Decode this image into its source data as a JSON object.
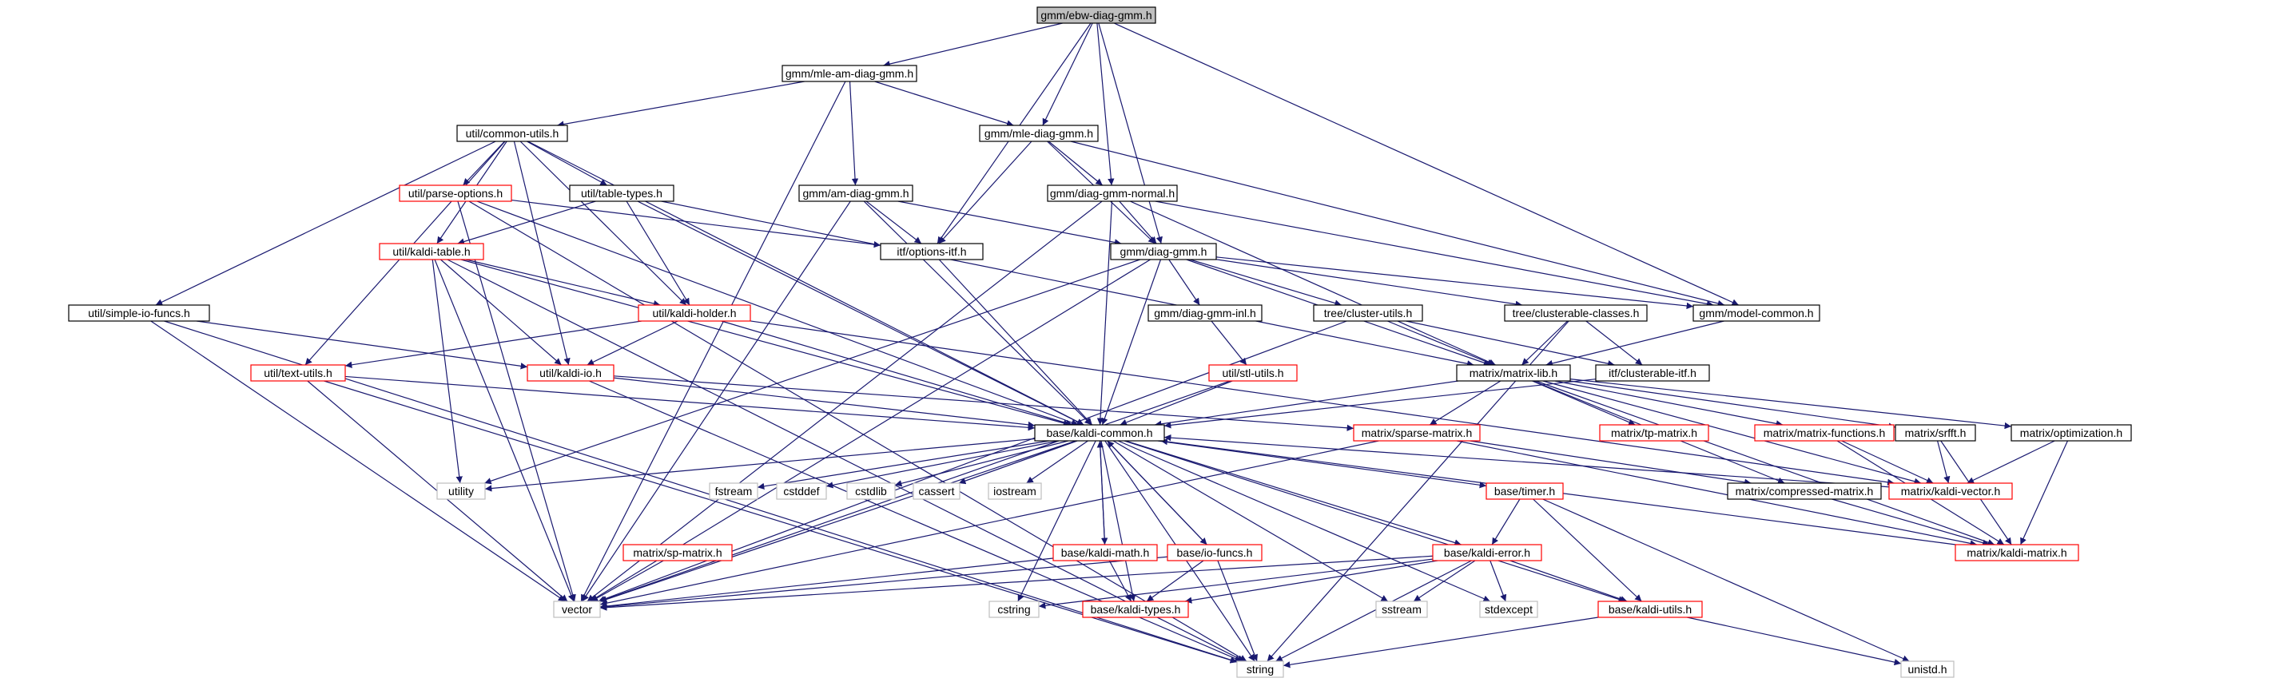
{
  "nodes": [
    {
      "id": "ebw",
      "label": "gmm/ebw-diag-gmm.h",
      "style": "root"
    },
    {
      "id": "mleam",
      "label": "gmm/mle-am-diag-gmm.h",
      "style": "normal"
    },
    {
      "id": "common_utils",
      "label": "util/common-utils.h",
      "style": "normal"
    },
    {
      "id": "mlediag",
      "label": "gmm/mle-diag-gmm.h",
      "style": "normal"
    },
    {
      "id": "parse_options",
      "label": "util/parse-options.h",
      "style": "red"
    },
    {
      "id": "table_types",
      "label": "util/table-types.h",
      "style": "normal"
    },
    {
      "id": "amdiag",
      "label": "gmm/am-diag-gmm.h",
      "style": "normal"
    },
    {
      "id": "diagnormal",
      "label": "gmm/diag-gmm-normal.h",
      "style": "normal"
    },
    {
      "id": "kaldi_table",
      "label": "util/kaldi-table.h",
      "style": "red"
    },
    {
      "id": "options_itf",
      "label": "itf/options-itf.h",
      "style": "normal"
    },
    {
      "id": "diaggmm",
      "label": "gmm/diag-gmm.h",
      "style": "normal"
    },
    {
      "id": "simple_io",
      "label": "util/simple-io-funcs.h",
      "style": "normal"
    },
    {
      "id": "kaldi_holder",
      "label": "util/kaldi-holder.h",
      "style": "red"
    },
    {
      "id": "diaggmm_inl",
      "label": "gmm/diag-gmm-inl.h",
      "style": "normal"
    },
    {
      "id": "cluster_utils",
      "label": "tree/cluster-utils.h",
      "style": "normal"
    },
    {
      "id": "clusterable_classes",
      "label": "tree/clusterable-classes.h",
      "style": "normal"
    },
    {
      "id": "model_common",
      "label": "gmm/model-common.h",
      "style": "normal"
    },
    {
      "id": "text_utils",
      "label": "util/text-utils.h",
      "style": "red"
    },
    {
      "id": "kaldi_io",
      "label": "util/kaldi-io.h",
      "style": "red"
    },
    {
      "id": "stl_utils",
      "label": "util/stl-utils.h",
      "style": "red"
    },
    {
      "id": "matrix_lib",
      "label": "matrix/matrix-lib.h",
      "style": "normal"
    },
    {
      "id": "clusterable_itf",
      "label": "itf/clusterable-itf.h",
      "style": "normal"
    },
    {
      "id": "sparse_matrix",
      "label": "matrix/sparse-matrix.h",
      "style": "red"
    },
    {
      "id": "tp_matrix",
      "label": "matrix/tp-matrix.h",
      "style": "red"
    },
    {
      "id": "matrix_functions",
      "label": "matrix/matrix-functions.h",
      "style": "red"
    },
    {
      "id": "srfft",
      "label": "matrix/srfft.h",
      "style": "normal"
    },
    {
      "id": "optimization",
      "label": "matrix/optimization.h",
      "style": "normal"
    },
    {
      "id": "kaldi_common",
      "label": "base/kaldi-common.h",
      "style": "normal"
    },
    {
      "id": "utility",
      "label": "utility",
      "style": "gray"
    },
    {
      "id": "fstream",
      "label": "fstream",
      "style": "gray"
    },
    {
      "id": "cstddef",
      "label": "cstddef",
      "style": "gray"
    },
    {
      "id": "cstdlib",
      "label": "cstdlib",
      "style": "gray"
    },
    {
      "id": "cassert",
      "label": "cassert",
      "style": "gray"
    },
    {
      "id": "iostream",
      "label": "iostream",
      "style": "gray"
    },
    {
      "id": "timer",
      "label": "base/timer.h",
      "style": "red"
    },
    {
      "id": "compressed_matrix",
      "label": "matrix/compressed-matrix.h",
      "style": "normal"
    },
    {
      "id": "kaldi_vector",
      "label": "matrix/kaldi-vector.h",
      "style": "red"
    },
    {
      "id": "sp_matrix",
      "label": "matrix/sp-matrix.h",
      "style": "red"
    },
    {
      "id": "kaldi_math",
      "label": "base/kaldi-math.h",
      "style": "red"
    },
    {
      "id": "io_funcs",
      "label": "base/io-funcs.h",
      "style": "red"
    },
    {
      "id": "kaldi_error",
      "label": "base/kaldi-error.h",
      "style": "red"
    },
    {
      "id": "kaldi_matrix",
      "label": "matrix/kaldi-matrix.h",
      "style": "red"
    },
    {
      "id": "vector",
      "label": "vector",
      "style": "gray"
    },
    {
      "id": "cstring",
      "label": "cstring",
      "style": "gray"
    },
    {
      "id": "kaldi_types",
      "label": "base/kaldi-types.h",
      "style": "red"
    },
    {
      "id": "sstream",
      "label": "sstream",
      "style": "gray"
    },
    {
      "id": "stdexcept",
      "label": "stdexcept",
      "style": "gray"
    },
    {
      "id": "kaldi_utils",
      "label": "base/kaldi-utils.h",
      "style": "red"
    },
    {
      "id": "string",
      "label": "string",
      "style": "gray"
    },
    {
      "id": "unistd",
      "label": "unistd.h",
      "style": "gray"
    }
  ],
  "edges": [
    [
      "ebw",
      "mleam"
    ],
    [
      "ebw",
      "options_itf"
    ],
    [
      "ebw",
      "mlediag"
    ],
    [
      "ebw",
      "diagnormal"
    ],
    [
      "ebw",
      "diaggmm"
    ],
    [
      "ebw",
      "model_common"
    ],
    [
      "mleam",
      "common_utils"
    ],
    [
      "mleam",
      "mlediag"
    ],
    [
      "mleam",
      "amdiag"
    ],
    [
      "mleam",
      "vector"
    ],
    [
      "common_utils",
      "parse_options"
    ],
    [
      "common_utils",
      "table_types"
    ],
    [
      "common_utils",
      "kaldi_table"
    ],
    [
      "common_utils",
      "kaldi_holder"
    ],
    [
      "common_utils",
      "simple_io"
    ],
    [
      "common_utils",
      "text_utils"
    ],
    [
      "common_utils",
      "kaldi_io"
    ],
    [
      "common_utils",
      "kaldi_common"
    ],
    [
      "parse_options",
      "options_itf"
    ],
    [
      "parse_options",
      "kaldi_common"
    ],
    [
      "parse_options",
      "string"
    ],
    [
      "parse_options",
      "vector"
    ],
    [
      "table_types",
      "kaldi_table"
    ],
    [
      "table_types",
      "kaldi_holder"
    ],
    [
      "table_types",
      "matrix_lib"
    ],
    [
      "table_types",
      "kaldi_common"
    ],
    [
      "kaldi_table",
      "kaldi_holder"
    ],
    [
      "kaldi_table",
      "kaldi_io"
    ],
    [
      "kaldi_table",
      "kaldi_common"
    ],
    [
      "kaldi_table",
      "vector"
    ],
    [
      "kaldi_table",
      "string"
    ],
    [
      "kaldi_table",
      "utility"
    ],
    [
      "kaldi_holder",
      "text_utils"
    ],
    [
      "kaldi_holder",
      "kaldi_io"
    ],
    [
      "kaldi_holder",
      "kaldi_common"
    ],
    [
      "kaldi_holder",
      "kaldi_vector"
    ],
    [
      "simple_io",
      "kaldi_io"
    ],
    [
      "simple_io",
      "vector"
    ],
    [
      "simple_io",
      "string"
    ],
    [
      "text_utils",
      "kaldi_common"
    ],
    [
      "text_utils",
      "vector"
    ],
    [
      "text_utils",
      "string"
    ],
    [
      "kaldi_io",
      "kaldi_common"
    ],
    [
      "kaldi_io",
      "string"
    ],
    [
      "kaldi_io",
      "sparse_matrix"
    ],
    [
      "mlediag",
      "diaggmm"
    ],
    [
      "mlediag",
      "diagnormal"
    ],
    [
      "mlediag",
      "options_itf"
    ],
    [
      "mlediag",
      "model_common"
    ],
    [
      "amdiag",
      "diaggmm"
    ],
    [
      "amdiag",
      "options_itf"
    ],
    [
      "amdiag",
      "kaldi_common"
    ],
    [
      "amdiag",
      "vector"
    ],
    [
      "diagnormal",
      "diaggmm"
    ],
    [
      "diagnormal",
      "model_common"
    ],
    [
      "diagnormal",
      "matrix_lib"
    ],
    [
      "diagnormal",
      "kaldi_common"
    ],
    [
      "diagnormal",
      "vector"
    ],
    [
      "options_itf",
      "kaldi_common"
    ],
    [
      "diaggmm",
      "diaggmm_inl"
    ],
    [
      "diaggmm",
      "cluster_utils"
    ],
    [
      "diaggmm",
      "clusterable_classes"
    ],
    [
      "diaggmm",
      "model_common"
    ],
    [
      "diaggmm",
      "matrix_lib"
    ],
    [
      "diaggmm",
      "kaldi_common"
    ],
    [
      "diaggmm",
      "vector"
    ],
    [
      "diaggmm",
      "utility"
    ],
    [
      "diaggmm_inl",
      "stl_utils"
    ],
    [
      "cluster_utils",
      "matrix_lib"
    ],
    [
      "cluster_utils",
      "clusterable_itf"
    ],
    [
      "cluster_utils",
      "vector"
    ],
    [
      "clusterable_classes",
      "matrix_lib"
    ],
    [
      "clusterable_classes",
      "clusterable_itf"
    ],
    [
      "clusterable_classes",
      "string"
    ],
    [
      "model_common",
      "matrix_lib"
    ],
    [
      "stl_utils",
      "kaldi_common"
    ],
    [
      "stl_utils",
      "vector"
    ],
    [
      "clusterable_itf",
      "kaldi_common"
    ],
    [
      "matrix_lib",
      "kaldi_common"
    ],
    [
      "matrix_lib",
      "sparse_matrix"
    ],
    [
      "matrix_lib",
      "tp_matrix"
    ],
    [
      "matrix_lib",
      "matrix_functions"
    ],
    [
      "matrix_lib",
      "srfft"
    ],
    [
      "matrix_lib",
      "optimization"
    ],
    [
      "matrix_lib",
      "compressed_matrix"
    ],
    [
      "matrix_lib",
      "kaldi_vector"
    ],
    [
      "matrix_lib",
      "kaldi_matrix"
    ],
    [
      "sparse_matrix",
      "compressed_matrix"
    ],
    [
      "sparse_matrix",
      "kaldi_matrix"
    ],
    [
      "sparse_matrix",
      "vector"
    ],
    [
      "matrix_functions",
      "kaldi_vector"
    ],
    [
      "matrix_functions",
      "kaldi_matrix"
    ],
    [
      "srfft",
      "kaldi_vector"
    ],
    [
      "srfft",
      "kaldi_matrix"
    ],
    [
      "optimization",
      "kaldi_vector"
    ],
    [
      "optimization",
      "kaldi_matrix"
    ],
    [
      "compressed_matrix",
      "kaldi_matrix"
    ],
    [
      "kaldi_vector",
      "kaldi_common"
    ],
    [
      "kaldi_matrix",
      "kaldi_common"
    ],
    [
      "kaldi_common",
      "utility"
    ],
    [
      "kaldi_common",
      "fstream"
    ],
    [
      "kaldi_common",
      "cstddef"
    ],
    [
      "kaldi_common",
      "cstdlib"
    ],
    [
      "kaldi_common",
      "cassert"
    ],
    [
      "kaldi_common",
      "iostream"
    ],
    [
      "kaldi_common",
      "timer"
    ],
    [
      "kaldi_common",
      "kaldi_math"
    ],
    [
      "kaldi_common",
      "io_funcs"
    ],
    [
      "kaldi_common",
      "kaldi_error"
    ],
    [
      "kaldi_common",
      "kaldi_types"
    ],
    [
      "kaldi_common",
      "kaldi_utils"
    ],
    [
      "kaldi_common",
      "vector"
    ],
    [
      "kaldi_common",
      "cstring"
    ],
    [
      "kaldi_common",
      "sstream"
    ],
    [
      "kaldi_common",
      "stdexcept"
    ],
    [
      "kaldi_common",
      "string"
    ],
    [
      "timer",
      "kaldi_error"
    ],
    [
      "timer",
      "kaldi_utils"
    ],
    [
      "timer",
      "unistd"
    ],
    [
      "sp_matrix",
      "vector"
    ],
    [
      "kaldi_math",
      "kaldi_common"
    ],
    [
      "kaldi_math",
      "kaldi_types"
    ],
    [
      "kaldi_math",
      "vector"
    ],
    [
      "io_funcs",
      "kaldi_common"
    ],
    [
      "io_funcs",
      "kaldi_types"
    ],
    [
      "io_funcs",
      "vector"
    ],
    [
      "io_funcs",
      "string"
    ],
    [
      "kaldi_error",
      "kaldi_types"
    ],
    [
      "kaldi_error",
      "kaldi_utils"
    ],
    [
      "kaldi_error",
      "vector"
    ],
    [
      "kaldi_error",
      "cstring"
    ],
    [
      "kaldi_error",
      "sstream"
    ],
    [
      "kaldi_error",
      "stdexcept"
    ],
    [
      "kaldi_error",
      "string"
    ],
    [
      "kaldi_utils",
      "string"
    ],
    [
      "kaldi_utils",
      "unistd"
    ]
  ]
}
